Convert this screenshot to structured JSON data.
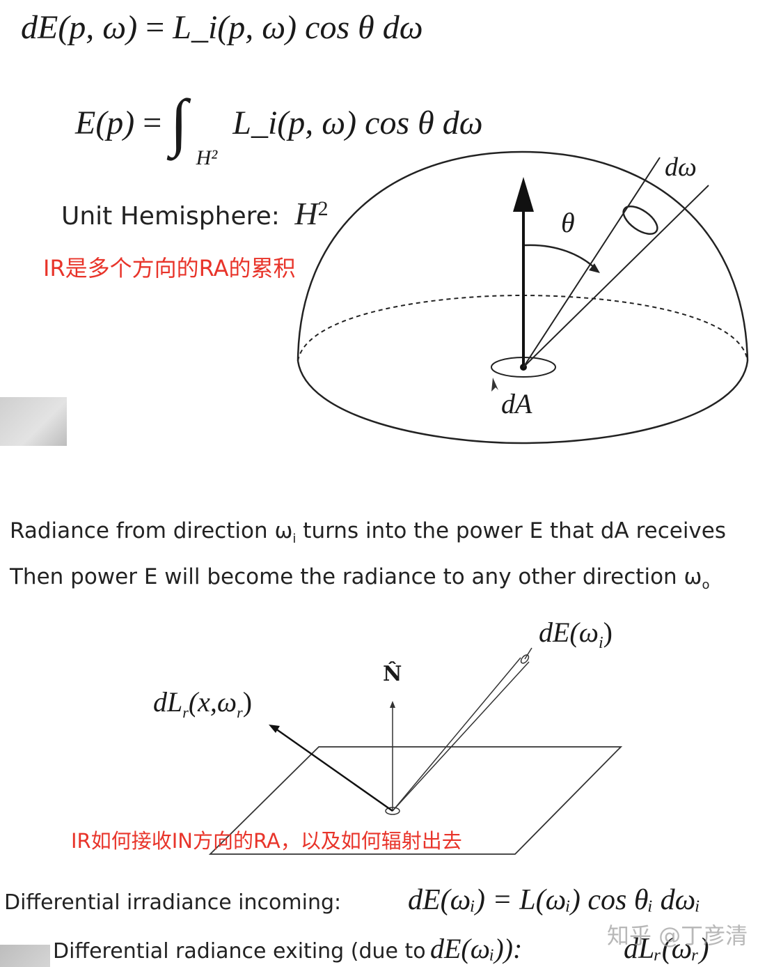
{
  "top": {
    "eq1": {
      "lhs": "dE(p, ω)",
      "rhs": "L_i(p, ω) cos θ dω"
    },
    "eq2": {
      "lhs": "E(p)",
      "integral_sub": "H²",
      "rhs": "L_i(p, ω) cos θ dω"
    },
    "hemisphere_caption": "Unit Hemisphere:",
    "hemisphere_symbol": "H",
    "hemisphere_exp": "2",
    "note_cn": "IR是多个方向的RA的累积",
    "label_domega": "dω",
    "label_theta": "θ",
    "label_dA": "dA"
  },
  "bottom": {
    "line1": {
      "text": "Radiance from direction ω",
      "sub": "i",
      "rest": " turns into the power E that dA receives"
    },
    "line2": {
      "text": "Then power E will become the radiance to any other direction ω",
      "sub": "o"
    },
    "label_dE": "dE(ω",
    "label_dE_sub": "i",
    "label_dE_close": ")",
    "label_N": "N̂",
    "label_dLr": "dL",
    "label_dLr_sub": "r",
    "label_dLr_args": "(x,ω",
    "label_dLr_args_sub": "r",
    "label_dLr_close": ")",
    "note_cn": "IR如何接收IN方向的RA，以及如何辐射出去",
    "row1_text": "Differential irradiance incoming:",
    "row1_eq": "dE(ωᵢ) = L(ωᵢ) cos θᵢ dωᵢ",
    "row2_text": "Differential radiance exiting (due to",
    "row2_eq": "dE(ωᵢ)):",
    "row2_rhs": "dLᵣ(ωᵣ)",
    "watermark": "知乎 @丁彦清"
  }
}
